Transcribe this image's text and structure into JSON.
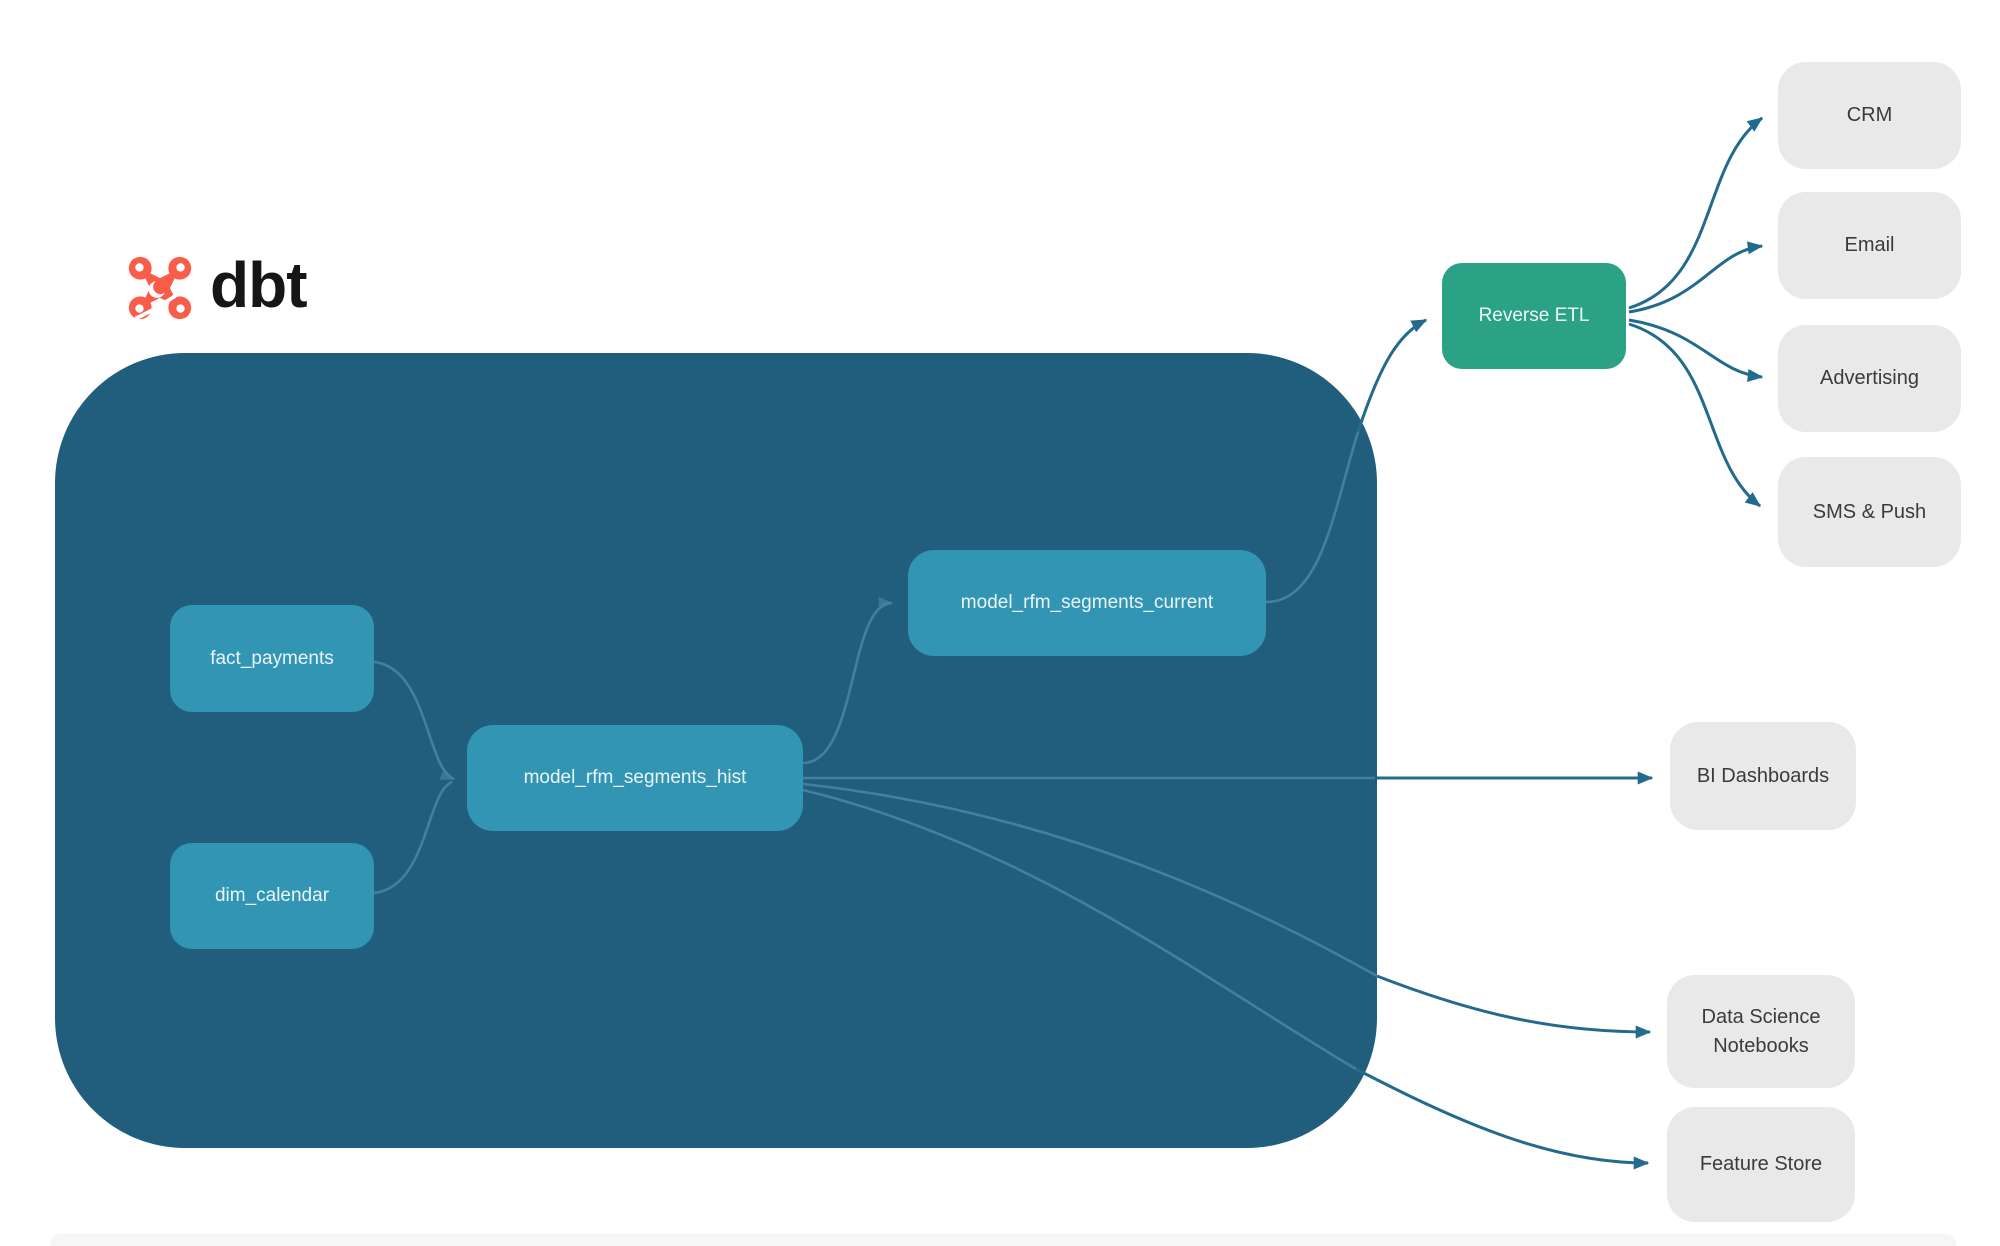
{
  "logo": {
    "text": "dbt"
  },
  "colors": {
    "container": "#215e7e",
    "node": "#3295b3",
    "node_text": "#eaf5f9",
    "reverse_etl": "#2ba185",
    "dest_box": "#e9e9e9",
    "dest_text": "#3b3b3b",
    "edge": "#236a8f",
    "edge_inner": "#5a9fba",
    "logo_orange": "#f95d49",
    "logo_text": "#161616"
  },
  "nodes": {
    "fact_payments": {
      "label": "fact_payments"
    },
    "dim_calendar": {
      "label": "dim_calendar"
    },
    "rfm_hist": {
      "label": "model_rfm_segments_hist"
    },
    "rfm_current": {
      "label": "model_rfm_segments_current"
    },
    "reverse_etl": {
      "label": "Reverse ETL"
    },
    "crm": {
      "label": "CRM"
    },
    "email": {
      "label": "Email"
    },
    "advertising": {
      "label": "Advertising"
    },
    "sms_push": {
      "label": "SMS & Push"
    },
    "bi_dashboards": {
      "label": "BI Dashboards"
    },
    "data_science_notebooks": {
      "label": "Data Science Notebooks"
    },
    "feature_store": {
      "label": "Feature Store"
    }
  }
}
